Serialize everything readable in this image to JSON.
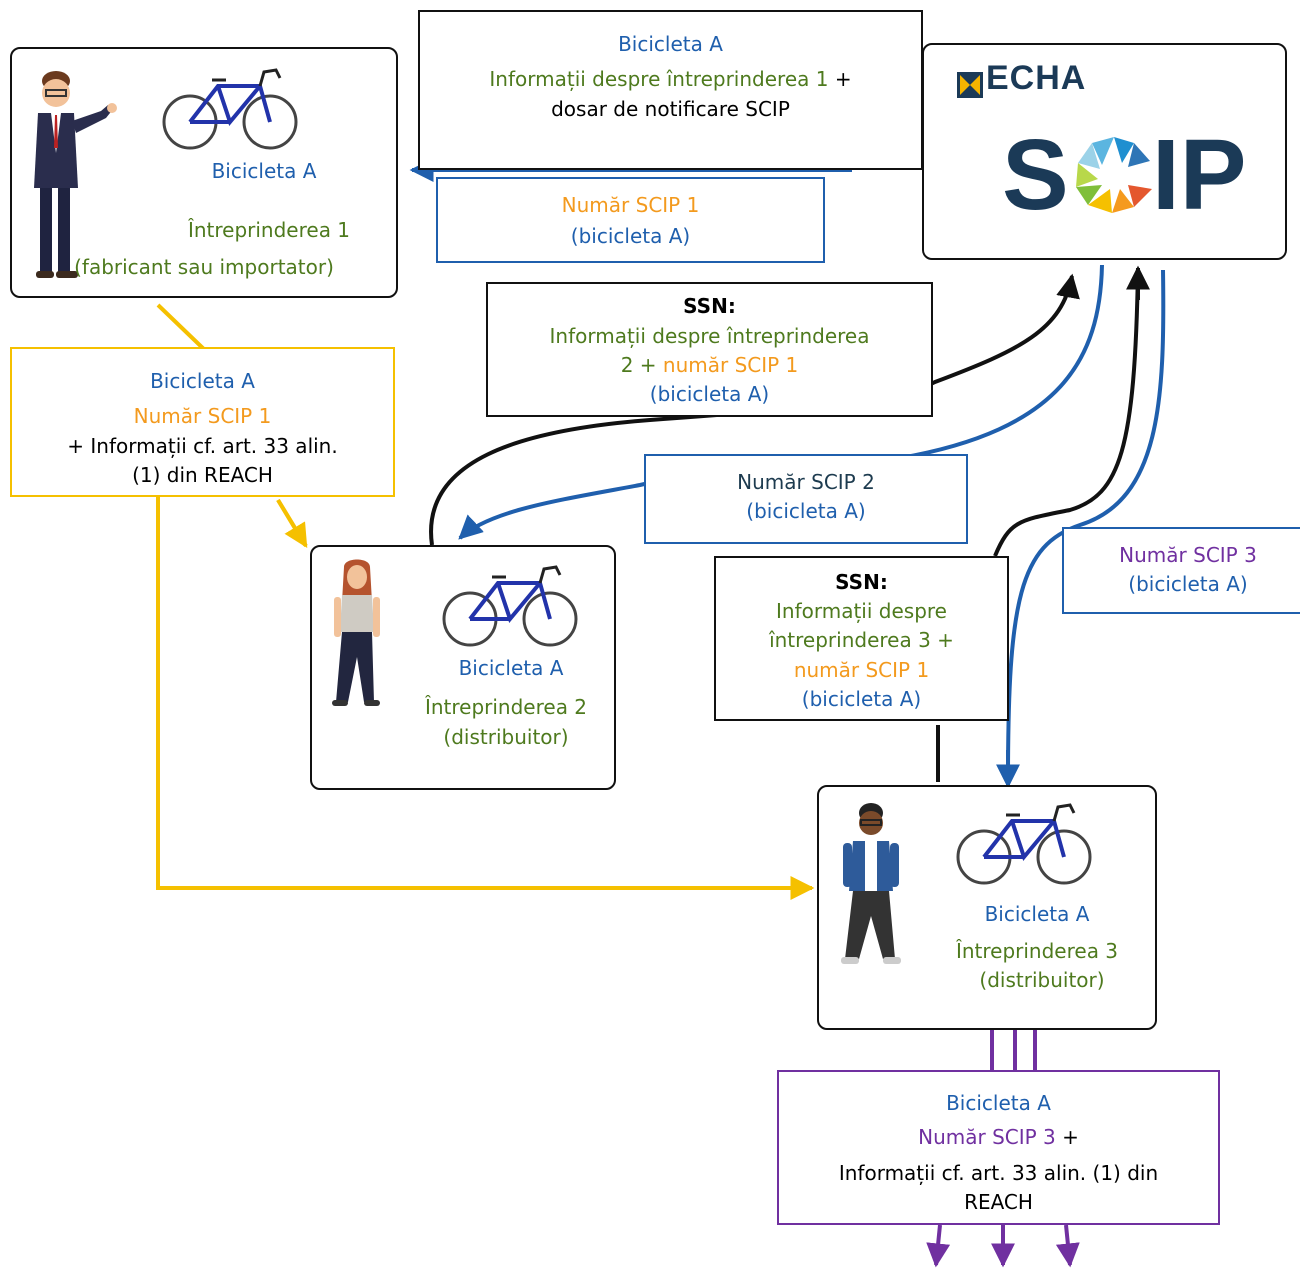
{
  "company1": {
    "product": "Bicicleta A",
    "name": "Întreprinderea 1",
    "role": "(fabricant sau importator)"
  },
  "notification": {
    "line1": "Bicicleta A",
    "line2_green": "Informații despre întreprinderea 1",
    "line2_plus": " +",
    "line3": "dosar de notificare SCIP"
  },
  "scip_number_1_box": {
    "number": "Număr SCIP 1",
    "product": "(bicicleta A)"
  },
  "echa": {
    "logo_text": "ECHA",
    "scip_text_s": "S",
    "scip_text_ip": "IP"
  },
  "ssn_company2": {
    "heading": "SSN:",
    "line1": "Informații despre întreprinderea",
    "line2_num": "2 + ",
    "line2_orange": "număr SCIP 1",
    "line3": "(bicicleta A)"
  },
  "supply_to_company2": {
    "product": "Bicicleta A",
    "number": "Număr SCIP 1",
    "info_line1": "+ Informații cf. art. 33 alin.",
    "info_line2": "(1) din REACH"
  },
  "scip_number_2_box": {
    "number": "Număr SCIP 2",
    "product": "(bicicleta A)"
  },
  "company2": {
    "product": "Bicicleta A",
    "name": "Întreprinderea 2",
    "role": "(distribuitor)"
  },
  "ssn_company3": {
    "heading": "SSN:",
    "line1": "Informații despre",
    "line2": "întreprinderea 3 +",
    "line3": "număr SCIP 1",
    "line4": "(bicicleta A)"
  },
  "scip_number_3_box": {
    "number": "Număr SCIP 3",
    "product": "(bicicleta A)"
  },
  "company3": {
    "product": "Bicicleta A",
    "name": "Întreprinderea 3",
    "role": "(distribuitor)"
  },
  "downstream": {
    "product": "Bicicleta A",
    "number": "Număr SCIP 3",
    "plus": " +",
    "info_line1": "Informații cf. art. 33 alin. (1) din",
    "info_line2": "REACH"
  },
  "colors": {
    "blue": "#1F5FAD",
    "green": "#4E7A1E",
    "orange": "#F39A1E",
    "yellow": "#F5C000",
    "purple": "#7030A0",
    "navy": "#1B3A57"
  }
}
